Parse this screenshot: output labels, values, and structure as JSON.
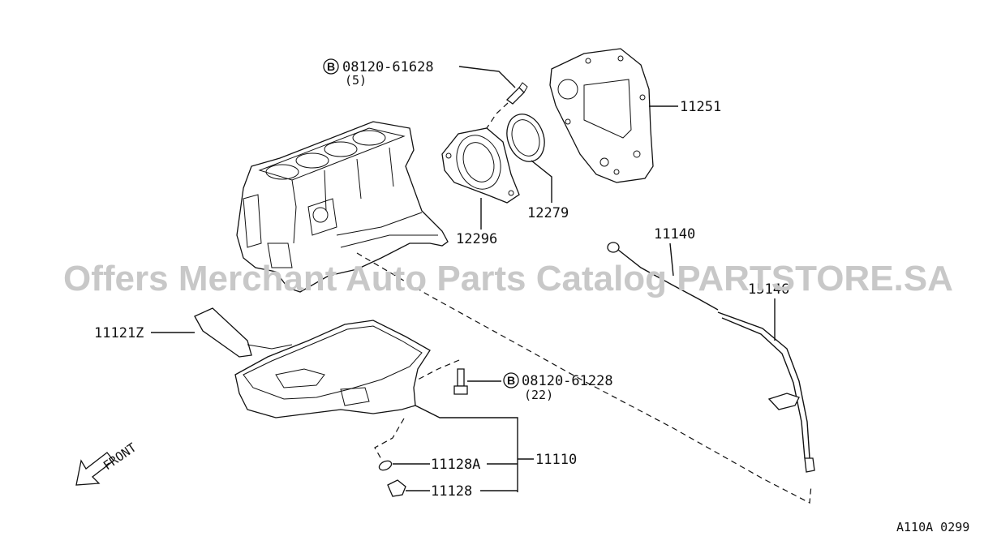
{
  "parts": {
    "bolt_a": {
      "badge": "B",
      "number": "08120-61628",
      "qty": "(5)"
    },
    "bolt_b": {
      "badge": "B",
      "number": "08120-61228",
      "qty": "(22)"
    },
    "p11251": "11251",
    "p12279": "12279",
    "p12296": "12296",
    "p11140": "11140",
    "p15146": "15146",
    "p11121Z": "11121Z",
    "p11110": "11110",
    "p11128A": "11128A",
    "p11128": "11128"
  },
  "front_label": "FRONT",
  "watermark": "Offers Merchant Auto Parts Catalog PARTSTORE.SA",
  "ref_code": "A110A 0299",
  "colors": {
    "line": "#111111",
    "watermark": "#c8c8c8",
    "background": "#ffffff"
  },
  "icons": [
    "front-arrow-icon",
    "bolt-badge-icon"
  ]
}
